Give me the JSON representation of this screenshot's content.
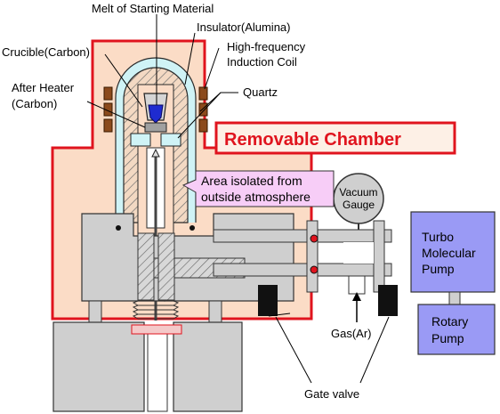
{
  "labels": {
    "melt": "Melt of Starting Material",
    "insulator": "Insulator(Alumina)",
    "coil_line1": "High-frequency",
    "coil_line2": "Induction Coil",
    "crucible": "Crucible(Carbon)",
    "after_heater_line1": "After Heater",
    "after_heater_line2": "(Carbon)",
    "quartz": "Quartz",
    "removable_chamber": "Removable Chamber",
    "isolated_line1": "Area isolated from",
    "isolated_line2": "outside atmosphere",
    "vacuum_line1": "Vacuum",
    "vacuum_line2": "Gauge",
    "turbo_line1": "Turbo",
    "turbo_line2": "Molecular",
    "turbo_line3": "Pump",
    "rotary_line1": "Rotary",
    "rotary_line2": "Pump",
    "gas": "Gas(Ar)",
    "gate_valve": "Gate valve"
  },
  "colors": {
    "chamber_fill": "#fbdcc6",
    "chamber_border": "#e0141e",
    "machine_gray": "#cfcfcf",
    "quartz_cyan": "#cff3f6",
    "melt_blue": "#1e2bd0",
    "pump_fill": "#9a9af5",
    "callout_fill": "#f7cdf7",
    "coil_brown": "#8b4a1c"
  }
}
